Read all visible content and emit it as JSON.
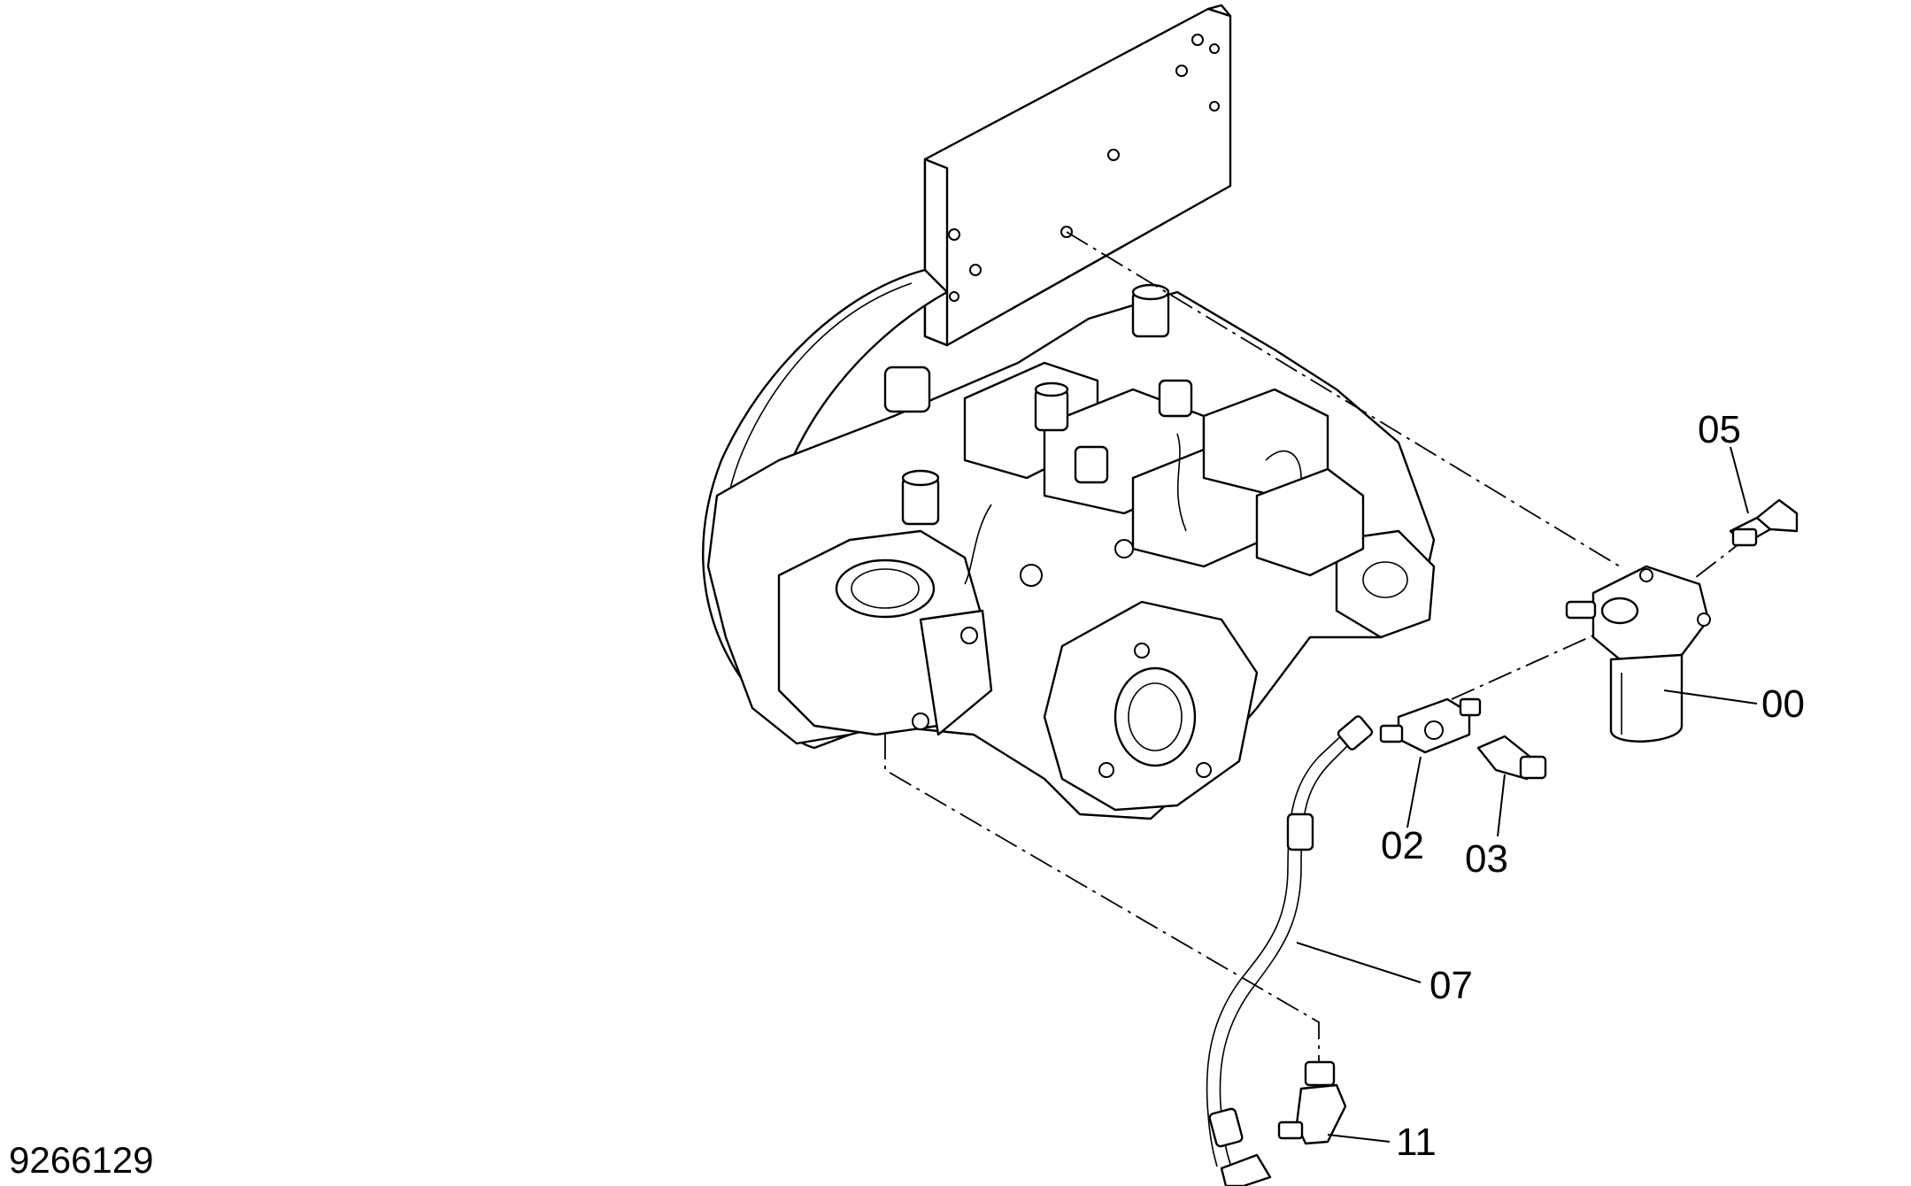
{
  "drawing_number": "9266129",
  "callouts": [
    {
      "id": "00",
      "label": "00",
      "part": "filter"
    },
    {
      "id": "02",
      "label": "02",
      "part": "tee-fitting"
    },
    {
      "id": "03",
      "label": "03",
      "part": "pressure-sensor"
    },
    {
      "id": "05",
      "label": "05",
      "part": "elbow-fitting"
    },
    {
      "id": "07",
      "label": "07",
      "part": "hose"
    },
    {
      "id": "11",
      "label": "11",
      "part": "elbow-adapter"
    }
  ],
  "colors": {
    "line": "#000000",
    "background": "#ffffff"
  }
}
